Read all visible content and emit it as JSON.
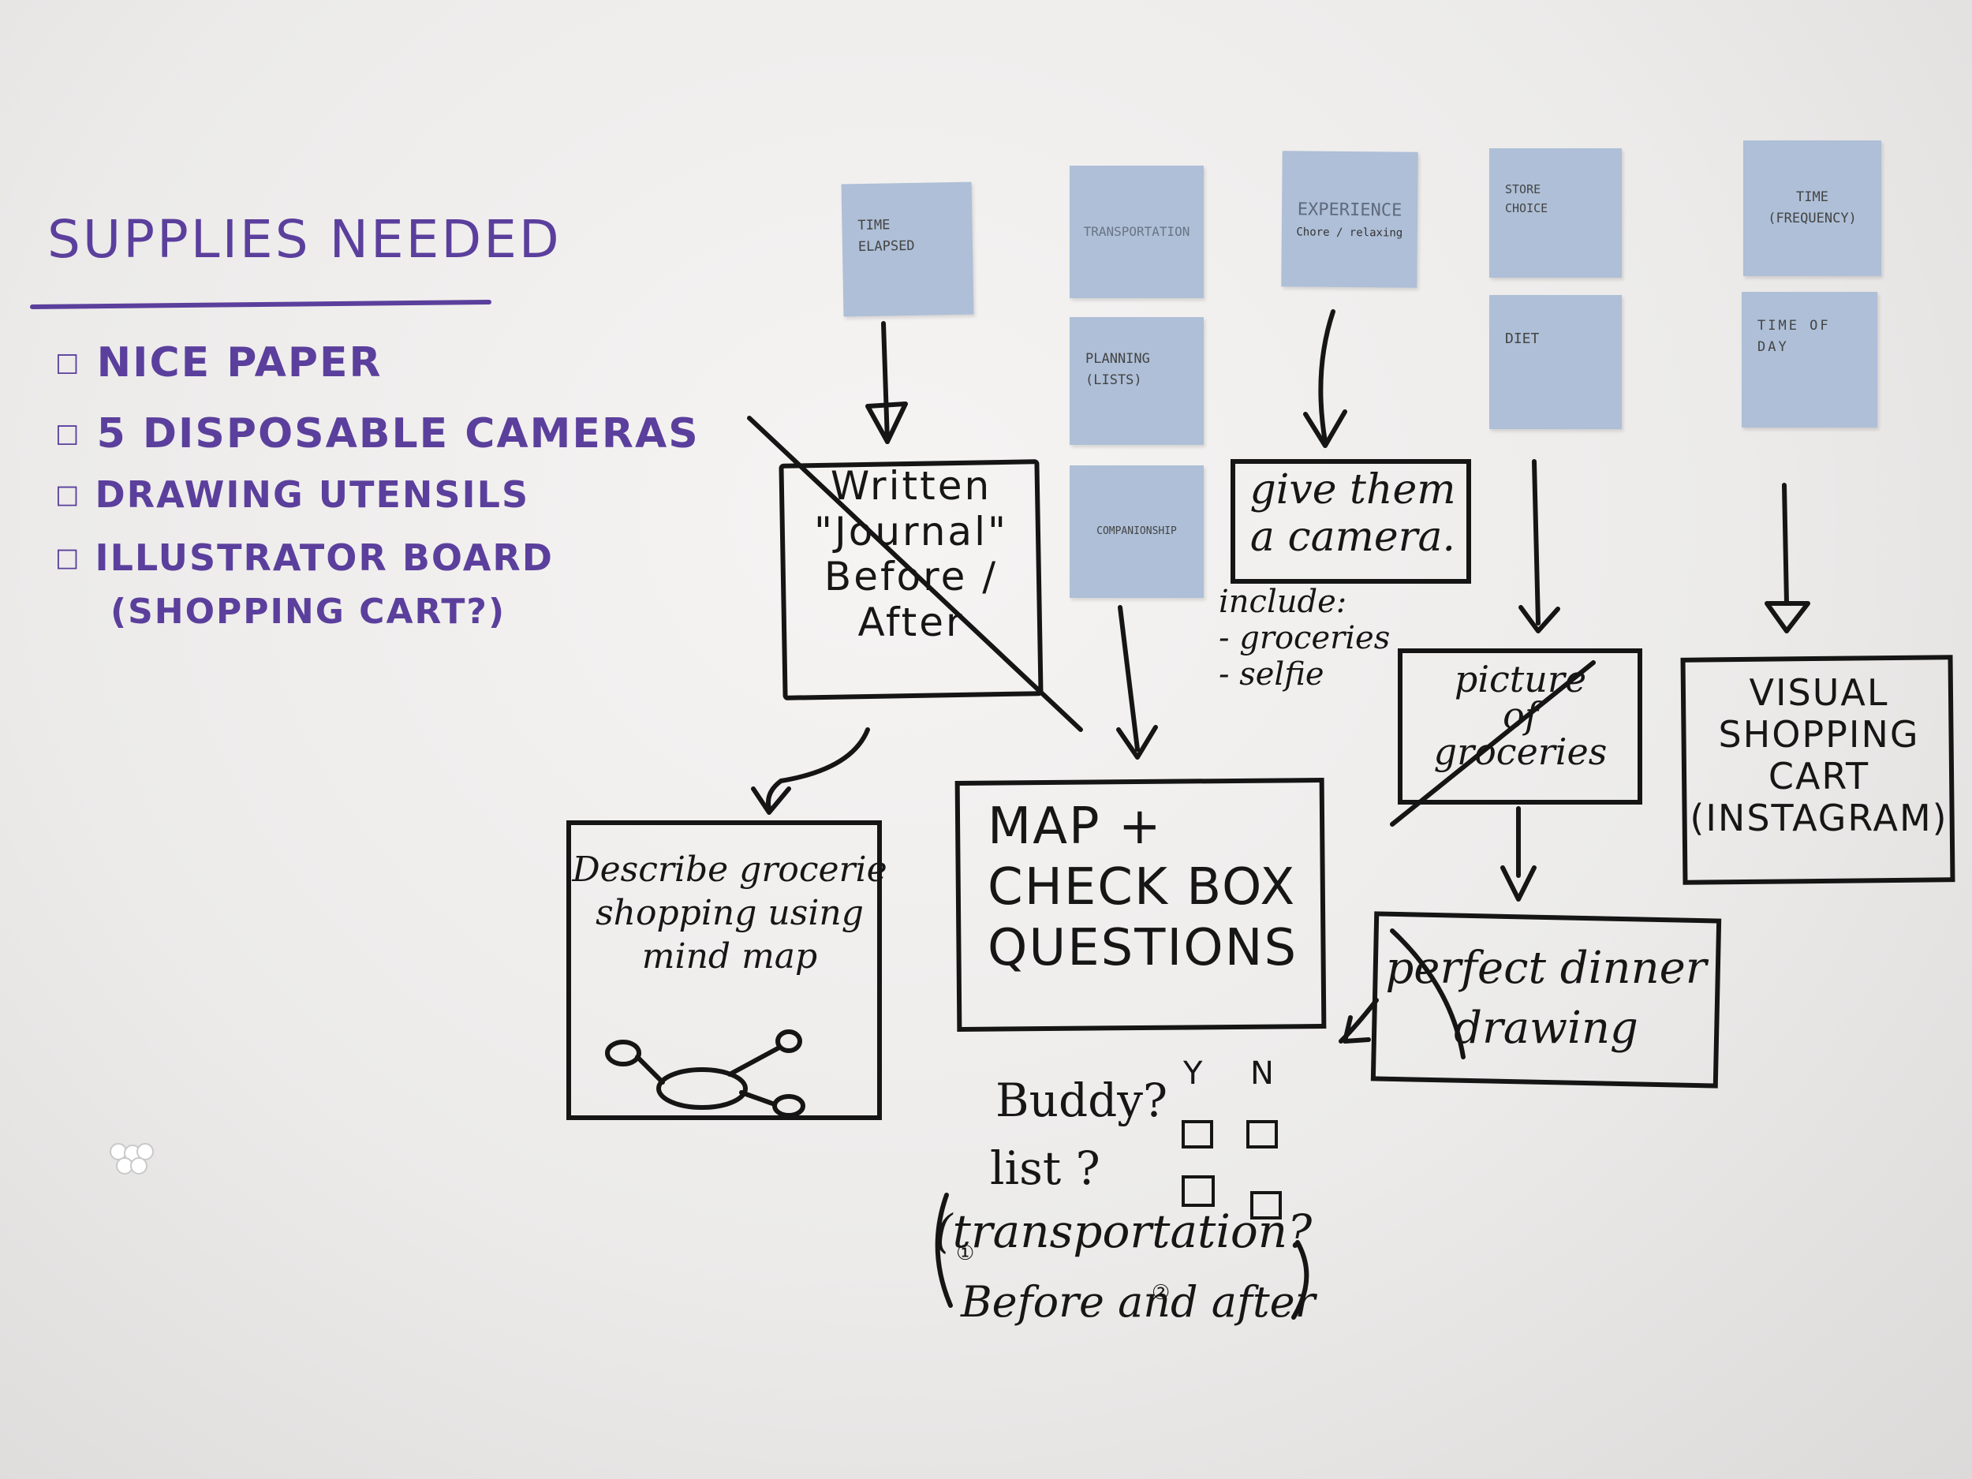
{
  "supplies": {
    "title": "Supplies Needed",
    "items": [
      {
        "bullet": "☐",
        "text": "Nice Paper"
      },
      {
        "bullet": "☐",
        "text": "5 Disposable Cameras"
      },
      {
        "bullet": "☐",
        "text": "Drawing Utensils"
      },
      {
        "bullet": "☐",
        "text": "Illustrator Board"
      }
    ],
    "note": "(Shopping Cart?)"
  },
  "stickies": {
    "time_elapsed": "Time\nElapsed",
    "transportation": "Transportation",
    "planning": "Planning\n(lists)",
    "companionship": "Companionship",
    "experience": "Experience",
    "experience_sub": "Chore / relaxing",
    "store_choice": "Store\nChoice",
    "diet": "Diet",
    "time_frequency": "Time\n(Frequency)",
    "time_of_day": "Time of\nDay"
  },
  "boxes": {
    "journal": "Written\n\"Journal\"\nBefore /\nAfter",
    "camera": "give them\na camera.",
    "camera_include": "include:\n- groceries\n- selfie",
    "picture": "picture\nof\ngroceries",
    "visual": "Visual\nShopping\nCart\n(Instagram)",
    "mindmap": "Describe grocerie\nshopping using\nmind map",
    "map": "MAP +\nCHECK BOX\nQUESTIONS",
    "dinner": "perfect dinner\ndrawing"
  },
  "questions": {
    "col_y": "Y",
    "col_n": "N",
    "buddy": "Buddy?",
    "list": "list ?",
    "transport": "(transportation?",
    "before_after": "Before and after",
    "mark1": "①",
    "mark2": "②"
  }
}
